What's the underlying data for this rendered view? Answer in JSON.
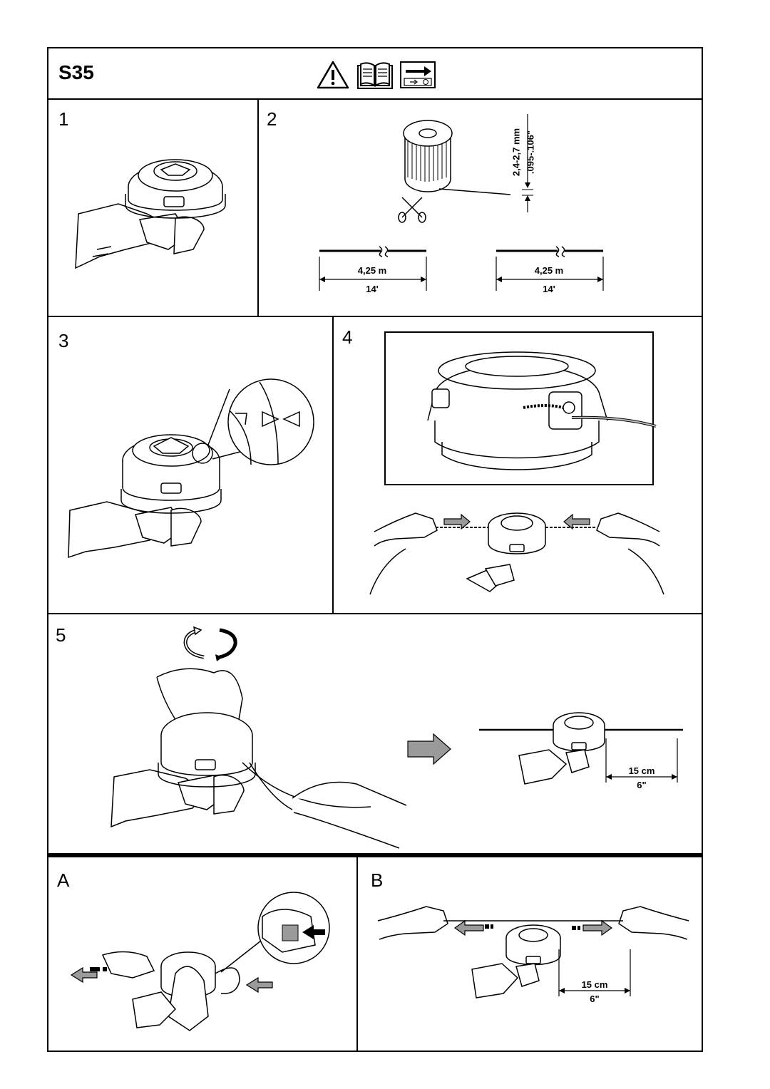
{
  "header": {
    "title": "S35"
  },
  "panels": {
    "p1": {
      "number": "1"
    },
    "p2": {
      "number": "2",
      "line_diameter_metric": "2,4-2,7 mm",
      "line_diameter_imperial": ".095-.106\"",
      "length_metric_left": "4,25 m",
      "length_imperial_left": "14'",
      "length_metric_right": "4,25 m",
      "length_imperial_right": "14'"
    },
    "p3": {
      "number": "3"
    },
    "p4": {
      "number": "4"
    },
    "p5": {
      "number": "5",
      "dist_metric": "15 cm",
      "dist_imperial": "6\""
    },
    "pA": {
      "number": "A"
    },
    "pB": {
      "number": "B",
      "dist_metric": "15 cm",
      "dist_imperial": "6\""
    }
  },
  "icons": [
    "warning-icon",
    "manual-book-icon",
    "arrow-guide-icon"
  ],
  "colors": {
    "line": "#000000",
    "arrow_fill": "#9a9a9a"
  }
}
